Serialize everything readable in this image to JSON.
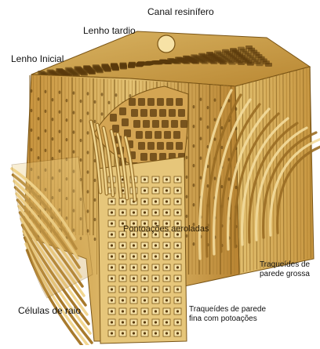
{
  "labels": {
    "canal_resinifero": "Canal resinífero",
    "lenho_tardio": "Lenho tardio",
    "lenho_inicial": "Lenho Inicial",
    "pontoacoes_areoladas": "Pontoações aeroladas",
    "traqueides_parede_grossa": [
      "Traqueídes de",
      "parede grossa"
    ],
    "celulas_de_raio": "Células de raio",
    "traqueides_parede_fina": [
      "Traqueídes de parede",
      "fina com potoações"
    ]
  },
  "colors": {
    "background": "#ffffff",
    "wood_light": "#e8c77a",
    "wood_mid": "#c99a45",
    "wood_dark": "#7a5516",
    "cell_lumen": "#5a3a0c"
  }
}
